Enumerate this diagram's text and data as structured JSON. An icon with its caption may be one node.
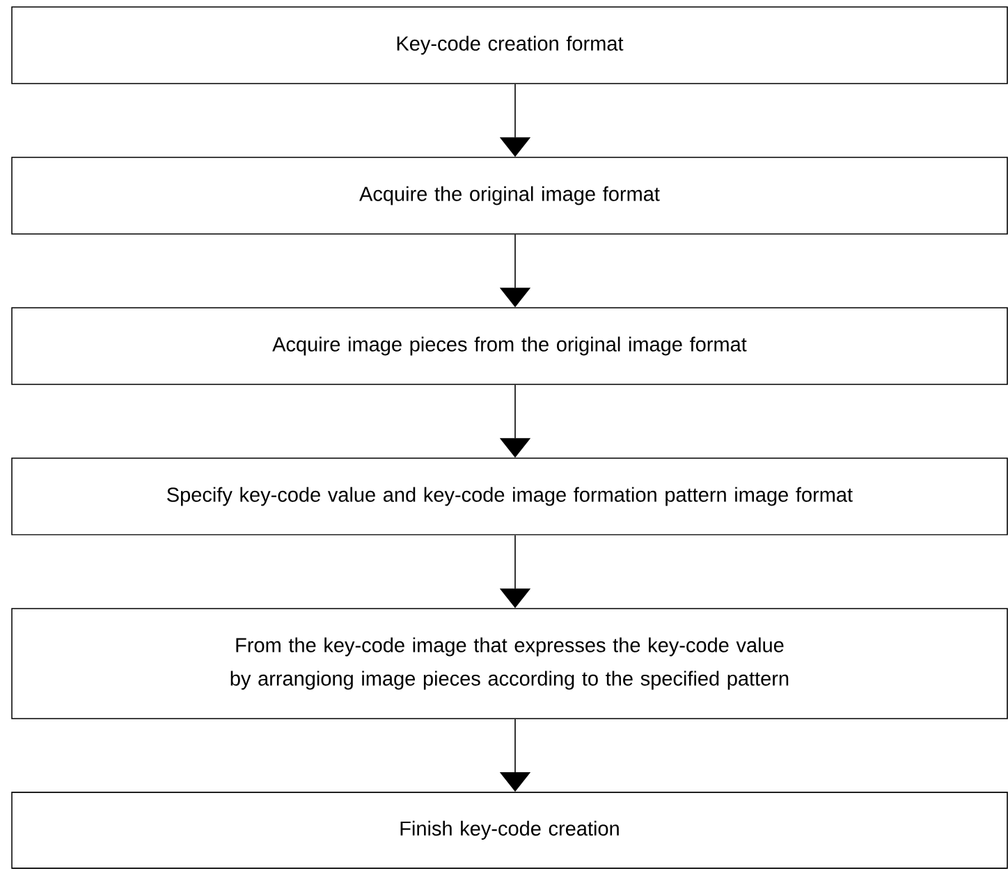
{
  "diagram": {
    "nodes": [
      {
        "text": [
          "Key-code creation format"
        ]
      },
      {
        "text": [
          "Acquire the original image format"
        ]
      },
      {
        "text": [
          "Acquire image pieces from the original image format"
        ]
      },
      {
        "text": [
          "Specify key-code value and key-code image formation pattern image format"
        ]
      },
      {
        "text": [
          "From the key-code image that expresses the key-code value by arrangiong image pieces according to the specified pattern"
        ]
      },
      {
        "text": [
          "Finish key-code creation"
        ]
      }
    ],
    "edges": [
      {
        "from": 0,
        "to": 1,
        "arrow": "to"
      },
      {
        "from": 1,
        "to": 2,
        "arrow": "to"
      },
      {
        "from": 2,
        "to": 3,
        "arrow": "to"
      },
      {
        "from": 3,
        "to": 4,
        "arrow": "to"
      },
      {
        "from": 4,
        "to": 5,
        "arrow": "to"
      }
    ]
  }
}
